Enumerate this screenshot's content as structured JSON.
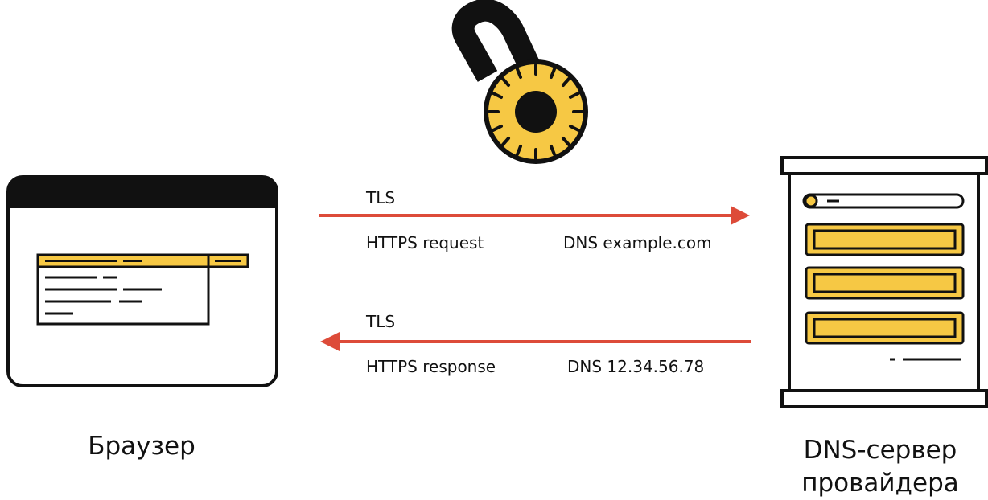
{
  "colors": {
    "accent_yellow": "#f6c844",
    "arrow_red": "#dd4b39",
    "stroke": "#111111",
    "background": "#ffffff"
  },
  "icons": {
    "lock": "padlock-icon",
    "browser": "browser-window-icon",
    "server": "server-icon"
  },
  "flow": {
    "request": {
      "protocol": "TLS",
      "label": "HTTPS request",
      "payload": "DNS  example.com"
    },
    "response": {
      "protocol": "TLS",
      "label": "HTTPS response",
      "payload": "DNS  12.34.56.78"
    }
  },
  "nodes": {
    "browser": {
      "label": "Браузер"
    },
    "server": {
      "label_line1": "DNS-сервер",
      "label_line2": "провайдера"
    }
  }
}
